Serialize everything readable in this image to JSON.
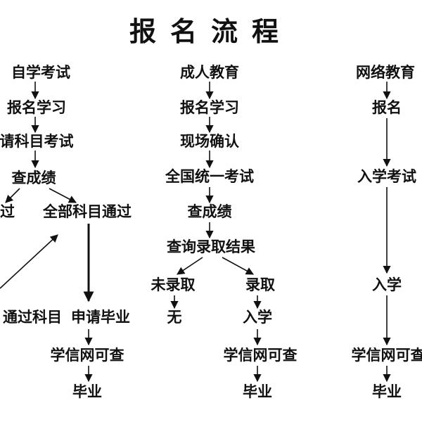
{
  "title": "报名流程",
  "columns": {
    "self_study": {
      "s1": "自学考试",
      "s2": "报名学习",
      "s3": "请科目考试",
      "s4": "查成绩",
      "s5a": "过",
      "s5b": "全部科目通过",
      "s6a": "通过科目",
      "s6b": "申请毕业",
      "s7": "学信网可查",
      "s8": "毕业"
    },
    "adult_edu": {
      "s1": "成人教育",
      "s2": "报名学习",
      "s3": "现场确认",
      "s4": "全国统一考试",
      "s5": "查成绩",
      "s6": "查询录取结果",
      "s7a": "未录取",
      "s7b": "录取",
      "s8a": "无",
      "s8b": "入学",
      "s9": "学信网可查",
      "s10": "毕业"
    },
    "online_edu": {
      "s1": "网络教育",
      "s2": "报名",
      "s3": "入学考试",
      "s4": "入学",
      "s5": "学信网可查",
      "s6": "毕业"
    }
  }
}
